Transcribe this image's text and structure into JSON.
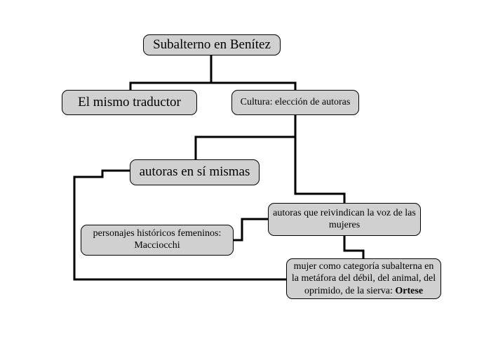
{
  "nodes": {
    "root": "Subalterno en Benítez",
    "mismo_traductor": "El mismo traductor",
    "cultura": "Cultura: elección de autoras",
    "autoras_si": "autoras en sí mismas",
    "reivindican": "autoras que reivindican la voz de las mujeres",
    "personajes": "personajes históricos femeninos: Macciocchi",
    "mujer_text": "mujer como categoría subalterna en la metáfora del débil, del animal, del oprimido, de la sierva: ",
    "mujer_bold": "Ortese"
  },
  "colors": {
    "node_fill": "#d0d0d0",
    "line": "#000000"
  }
}
